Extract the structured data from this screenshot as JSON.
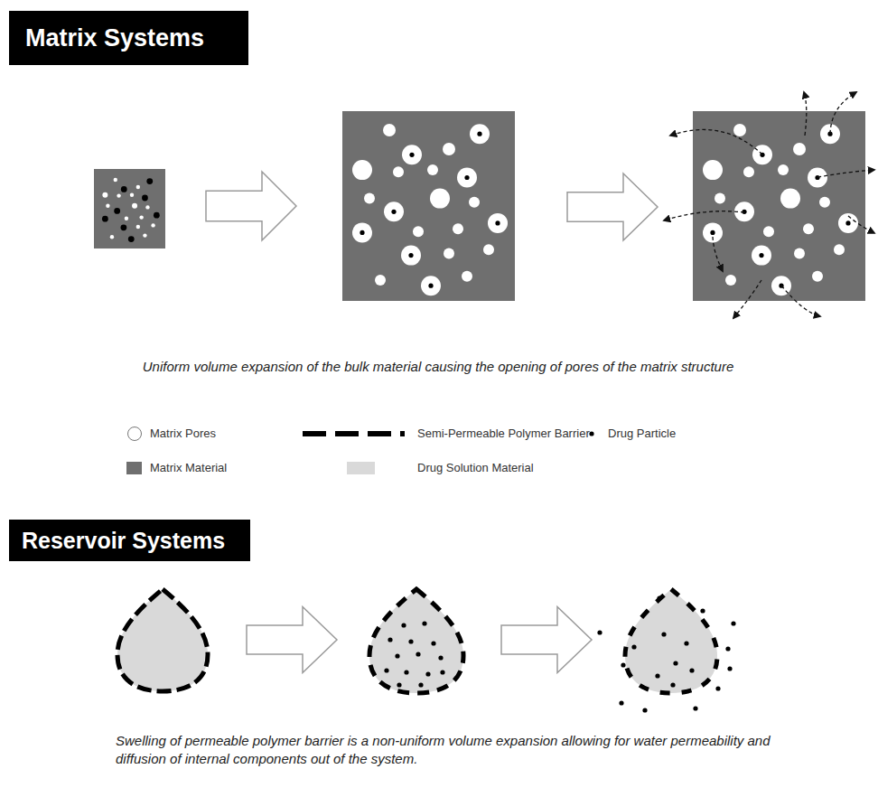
{
  "diagram": {
    "nodes": [
      {
        "text": [
          "Matrix Systems"
        ]
      },
      {
        "text": [
          "Reservoir Systems"
        ]
      }
    ],
    "labels": [
      "Uniform volume expansion of the bulk material causing the opening of pores of the matrix structure",
      "Swelling of permeable polymer barrier is a non-uniform volume expansion allowing for water permeability and diffusion of internal components out of the system."
    ],
    "legend": [
      {
        "text": "Matrix Pores"
      },
      {
        "text": "Semi-Permeable Polymer Barrier"
      },
      {
        "text": "Drug Particle"
      },
      {
        "text": "Matrix Material",
        "color": "#6f6f6f"
      },
      {
        "text": "Drug Solution Material",
        "color": "#d9d9d9"
      }
    ]
  }
}
